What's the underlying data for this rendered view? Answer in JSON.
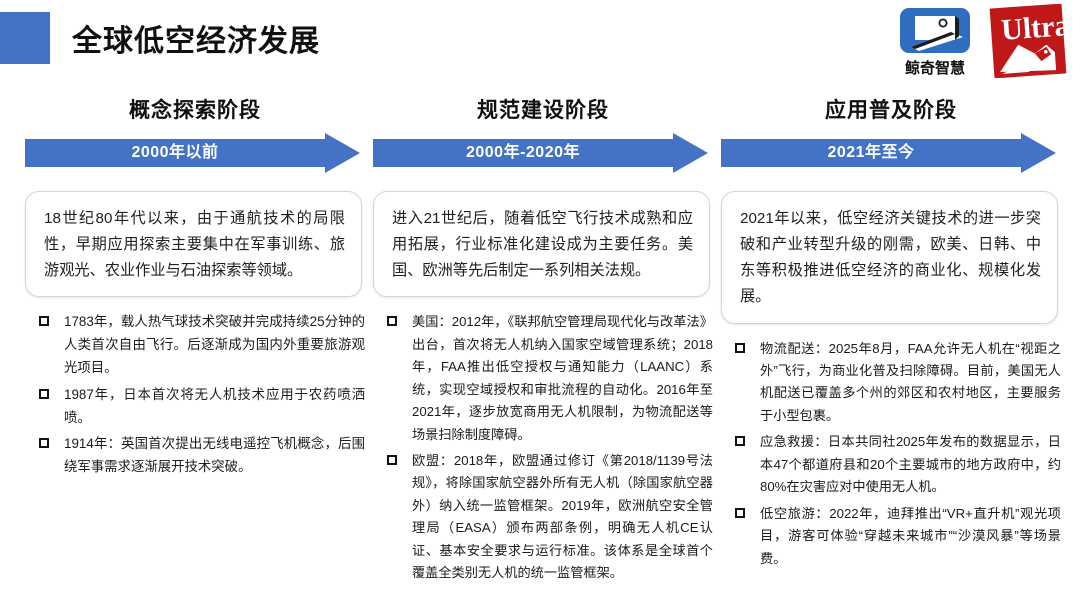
{
  "header": {
    "title": "全球低空经济发展",
    "accent_color": "#4472C4",
    "logos": [
      {
        "name": "jingqi-zhihui-logo",
        "text": "鲸奇智慧",
        "color": "#2E6DC0"
      },
      {
        "name": "ultra-logo",
        "text": "Ultra",
        "color": "#C01818"
      }
    ]
  },
  "stages": [
    {
      "title": "概念探索阶段",
      "period": "2000年以前",
      "summary": "18世纪80年代以来，由于通航技术的局限性，早期应用探索主要集中在军事训练、旅游观光、农业作业与石油探索等领域。",
      "bullets": [
        "1783年，载人热气球技术突破并完成持续25分钟的人类首次自由飞行。后逐渐成为国内外重要旅游观光项目。",
        "1987年，日本首次将无人机技术应用于农药喷洒喷。",
        "1914年：英国首次提出无线电遥控飞机概念，后围绕军事需求逐渐展开技术突破。"
      ]
    },
    {
      "title": "规范建设阶段",
      "period": "2000年-2020年",
      "summary": "进入21世纪后，随着低空飞行技术成熟和应用拓展，行业标准化建设成为主要任务。美国、欧洲等先后制定一系列相关法规。",
      "bullets": [
        "美国：2012年，《联邦航空管理局现代化与改革法》出台，首次将无人机纳入国家空域管理系统；2018年，FAA推出低空授权与通知能力（LAANC）系统，实现空域授权和审批流程的自动化。2016年至2021年，逐步放宽商用无人机限制，为物流配送等场景扫除制度障碍。",
        "欧盟：2018年，欧盟通过修订《第2018/1139号法规》，将除国家航空器外所有无人机（除国家航空器外）纳入统一监管框架。2019年，欧洲航空安全管理局（EASA）颁布两部条例，明确无人机CE认证、基本安全要求与运行标准。该体系是全球首个覆盖全类别无人机的统一监管框架。"
      ]
    },
    {
      "title": "应用普及阶段",
      "period": "2021年至今",
      "summary": "2021年以来，低空经济关键技术的进一步突破和产业转型升级的刚需，欧美、日韩、中东等积极推进低空经济的商业化、规模化发展。",
      "bullets": [
        "物流配送：2025年8月，FAA允许无人机在“视距之外”飞行，为商业化普及扫除障碍。目前，美国无人机配送已覆盖多个州的郊区和农村地区，主要服务于小型包裹。",
        "应急救援：日本共同社2025年发布的数据显示，日本47个都道府县和20个主要城市的地方政府中，约80%在灾害应对中使用无人机。",
        "低空旅游：2022年，迪拜推出“VR+直升机”观光项目，游客可体验“穿越未来城市”“沙漠风暴”等场景费。"
      ]
    }
  ],
  "colors": {
    "arrow_blue": "#4472C4",
    "title_black": "#111111",
    "card_border": "#d5d5d5"
  }
}
